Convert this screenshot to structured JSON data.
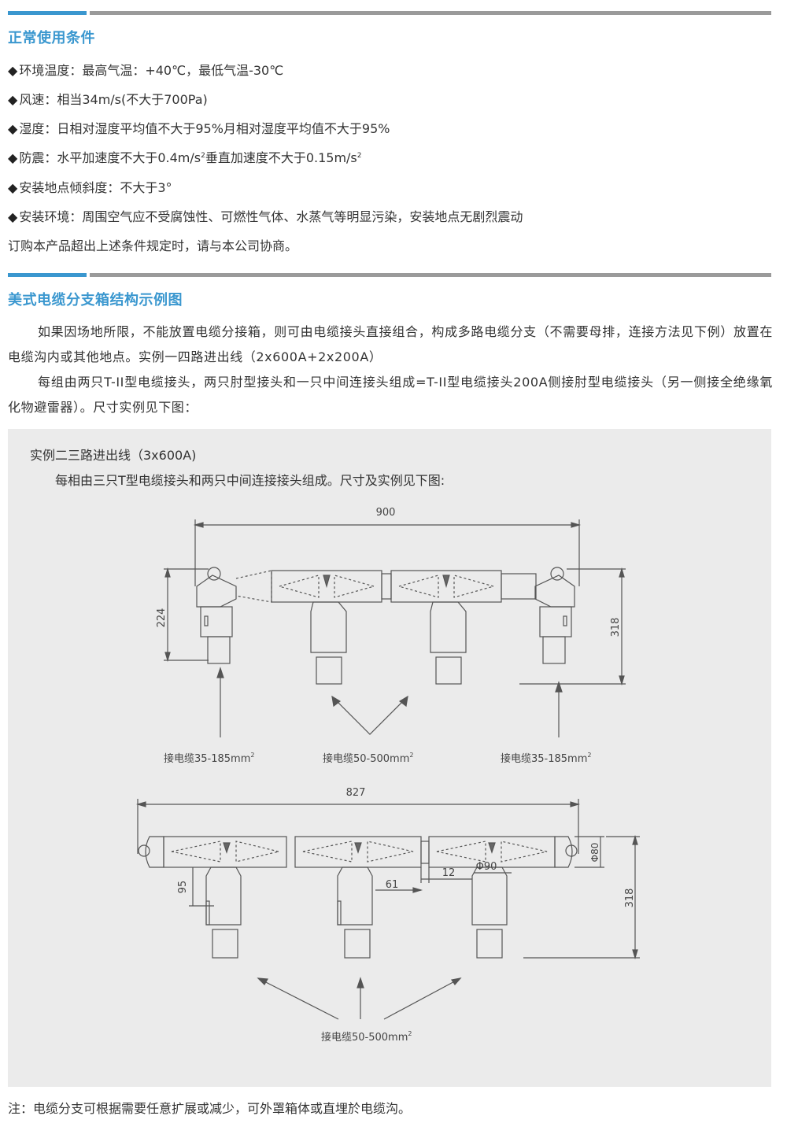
{
  "section1": {
    "title": "正常使用条件",
    "conditions": [
      {
        "label": "环境温度：",
        "value": "最高气温：+40℃，最低气温-30℃"
      },
      {
        "label": "风速：",
        "value": "相当34m/s(不大于700Pa)"
      },
      {
        "label": "湿度：",
        "value": "日相对湿度平均值不大于95%月相对湿度平均值不大于95%"
      },
      {
        "label": "防震：",
        "value_a": "水平加速度不大于0.4m/s",
        "sup_a": "2",
        "value_b": "垂直加速度不大于0.15m/s",
        "sup_b": "2"
      },
      {
        "label": "安装地点倾斜度：",
        "value": "不大于3°"
      },
      {
        "label": "安装环境：",
        "value": "周围空气应不受腐蚀性、可燃性气体、水蒸气等明显污染，安装地点无剧烈震动"
      }
    ],
    "bullet": "◆",
    "footer": "订购本产品超出上述条件规定时，请与本公司协商。"
  },
  "section2": {
    "title": "美式电缆分支箱结构示例图",
    "para1": "如果因场地所限，不能放置电缆分接箱，则可由电缆接头直接组合，构成多路电缆分支（不需要母排，连接方法见下例）放置在电缆沟内或其他地点。实例一四路进出线（2x600A+2x200A）",
    "para2": "每组由两只T-II型电缆接头，两只肘型接头和一只中间连接头组成=T-II型电缆接头200A侧接肘型电缆接头（另一侧接全绝缘氧化物避雷器）。尺寸实例见下图："
  },
  "panel": {
    "example_title": "实例二三路进出线（3x600A)",
    "example_desc": "每相由三只T型电缆接头和两只中间连接接头组成。尺寸及实例见下图:",
    "diagram1": {
      "dim_width": "900",
      "dim_left_height": "224",
      "dim_right_height": "318",
      "label_left": "接电缆35-185mm",
      "label_center": "接电缆50-500mm",
      "label_right": "接电缆35-185mm",
      "label_sup": "2"
    },
    "diagram2": {
      "dim_width": "827",
      "dim_phi80": "Φ80",
      "dim_phi90": "Φ90",
      "dim_12": "12",
      "dim_61": "61",
      "dim_95": "95",
      "dim_318": "318",
      "label_bottom": "接电缆50-500mm",
      "label_sup": "2"
    }
  },
  "note": "注：电缆分支可根据需要任意扩展或减少，可外罩箱体或直埋於电缆沟。",
  "colors": {
    "accent": "#3a97cf",
    "rule_gray": "#9a9a9a",
    "panel_bg": "#ebebeb",
    "line": "#555555"
  }
}
